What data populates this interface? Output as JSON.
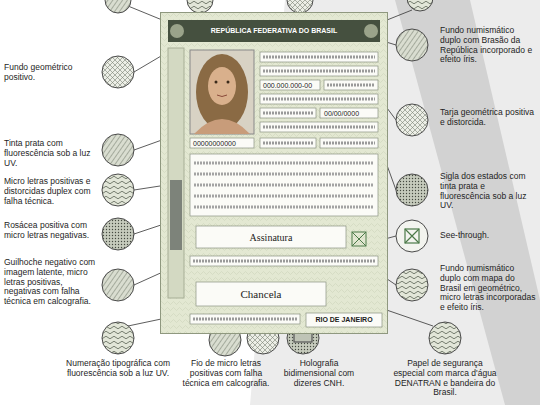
{
  "diagram": {
    "nodes": [
      {
        "text": [
          "REPÚBLICA FEDERATIVA DO BRASIL",
          "000.000.000-00",
          "00/00/0000",
          "00000000000",
          "Assinatura",
          "Chancela",
          "RIO DE JANEIRO"
        ]
      }
    ],
    "labels": [
      "Fundo geométrico positivo.",
      "Tinta prata com fluorescência sob a luz UV.",
      "Micro letras positivas e distorcidas duplex com falha técnica.",
      "Rosácea positiva com micro letras negativas.",
      "Guilhoche negativo com imagem latente, micro letras positivas, negativas com falha técnica em calcografia.",
      "Numeração tipográfica com fluorescência sob a luz UV.",
      "Fio de micro letras positivas com falha técnica em calcografia.",
      "Holografia bidimensional com dizeres CNH.",
      "Papel de segurança especial com marca d'água DENATRAN e bandeira do Brasil.",
      "Fundo numismático duplo com Brasão da República incorporado e efeito íris.",
      "Tarja geométrica positiva e distorcida.",
      "Sigla dos estados com tinta prata e fluorescência sob a luz UV.",
      "See-through.",
      "Fundo numismático duplo com mapa do Brasil em geométrico, micro letras incorporadas e efeito íris."
    ]
  }
}
